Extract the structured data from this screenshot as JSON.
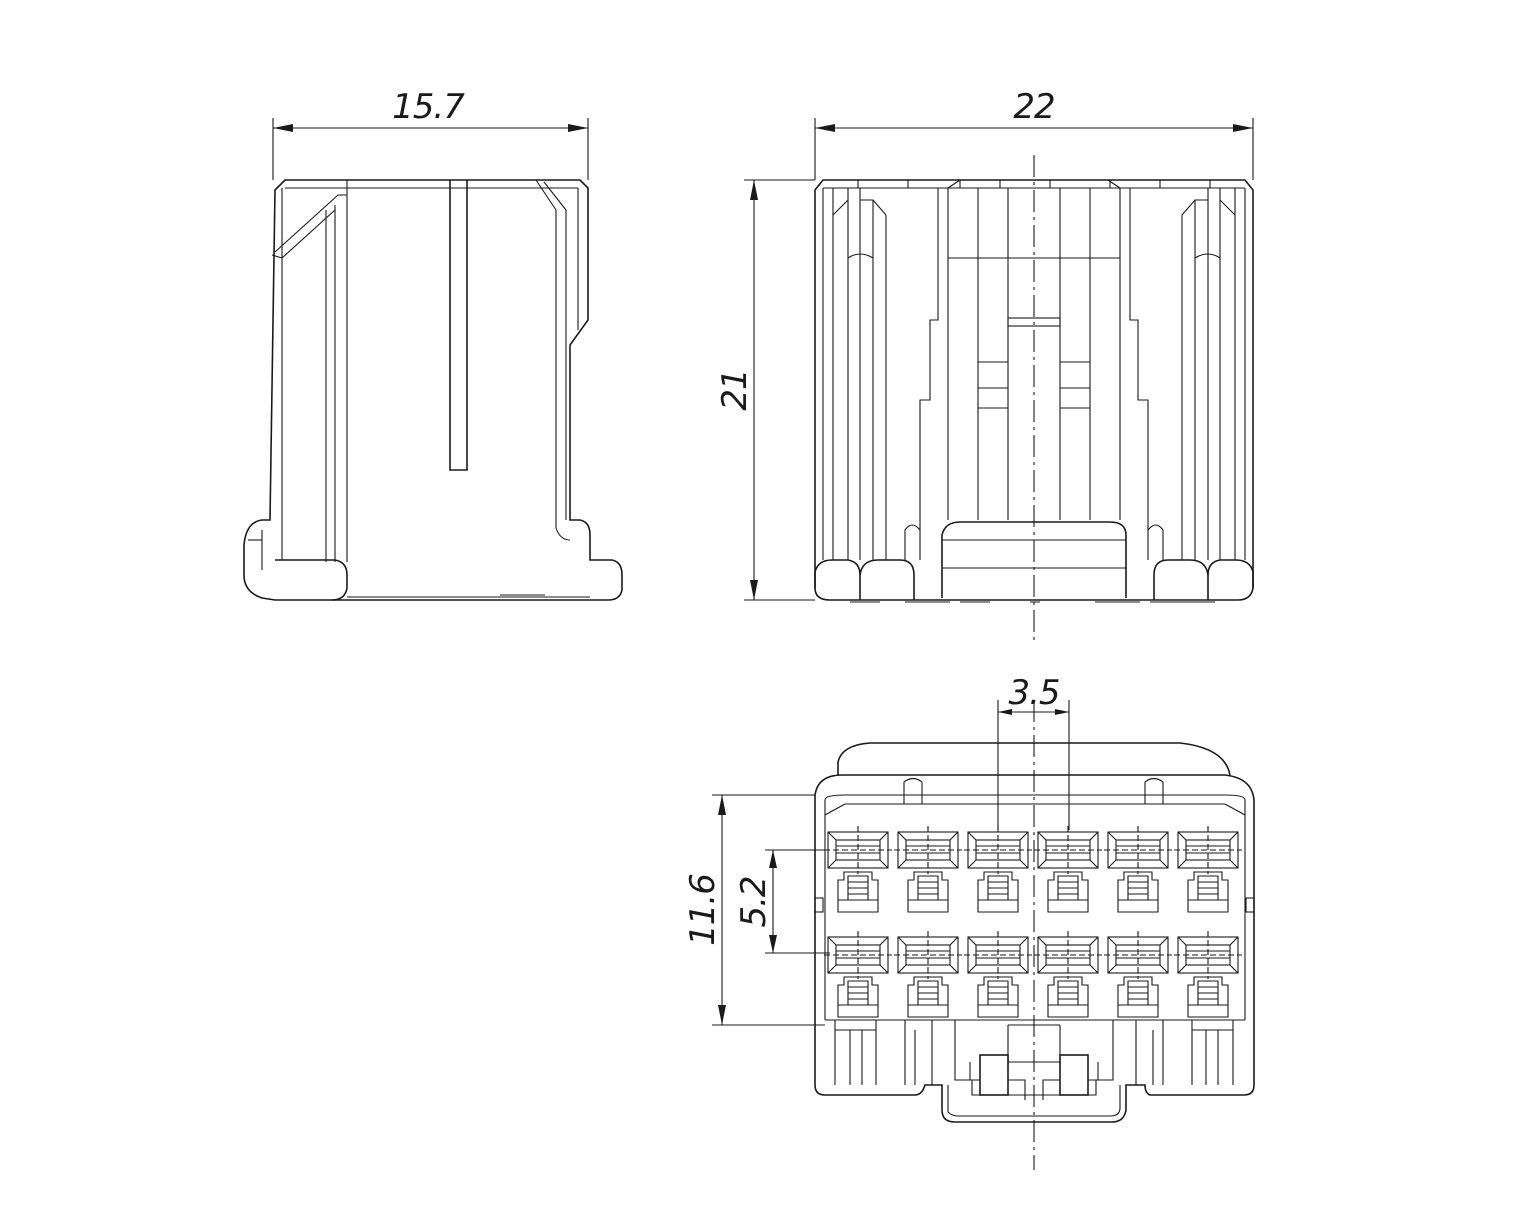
{
  "dimensions": {
    "side_width": "15.7",
    "front_width": "22",
    "front_height": "21",
    "pitch_horizontal": "3.5",
    "pitch_vertical": "5.2",
    "face_height": "11.6"
  },
  "views": {
    "side": "side-view",
    "front": "front-view",
    "mating_face": "mating-face-view"
  },
  "cavity_grid": {
    "rows": 2,
    "columns": 6
  },
  "colors": {
    "line": "#1a1a1a",
    "background": "#ffffff"
  }
}
